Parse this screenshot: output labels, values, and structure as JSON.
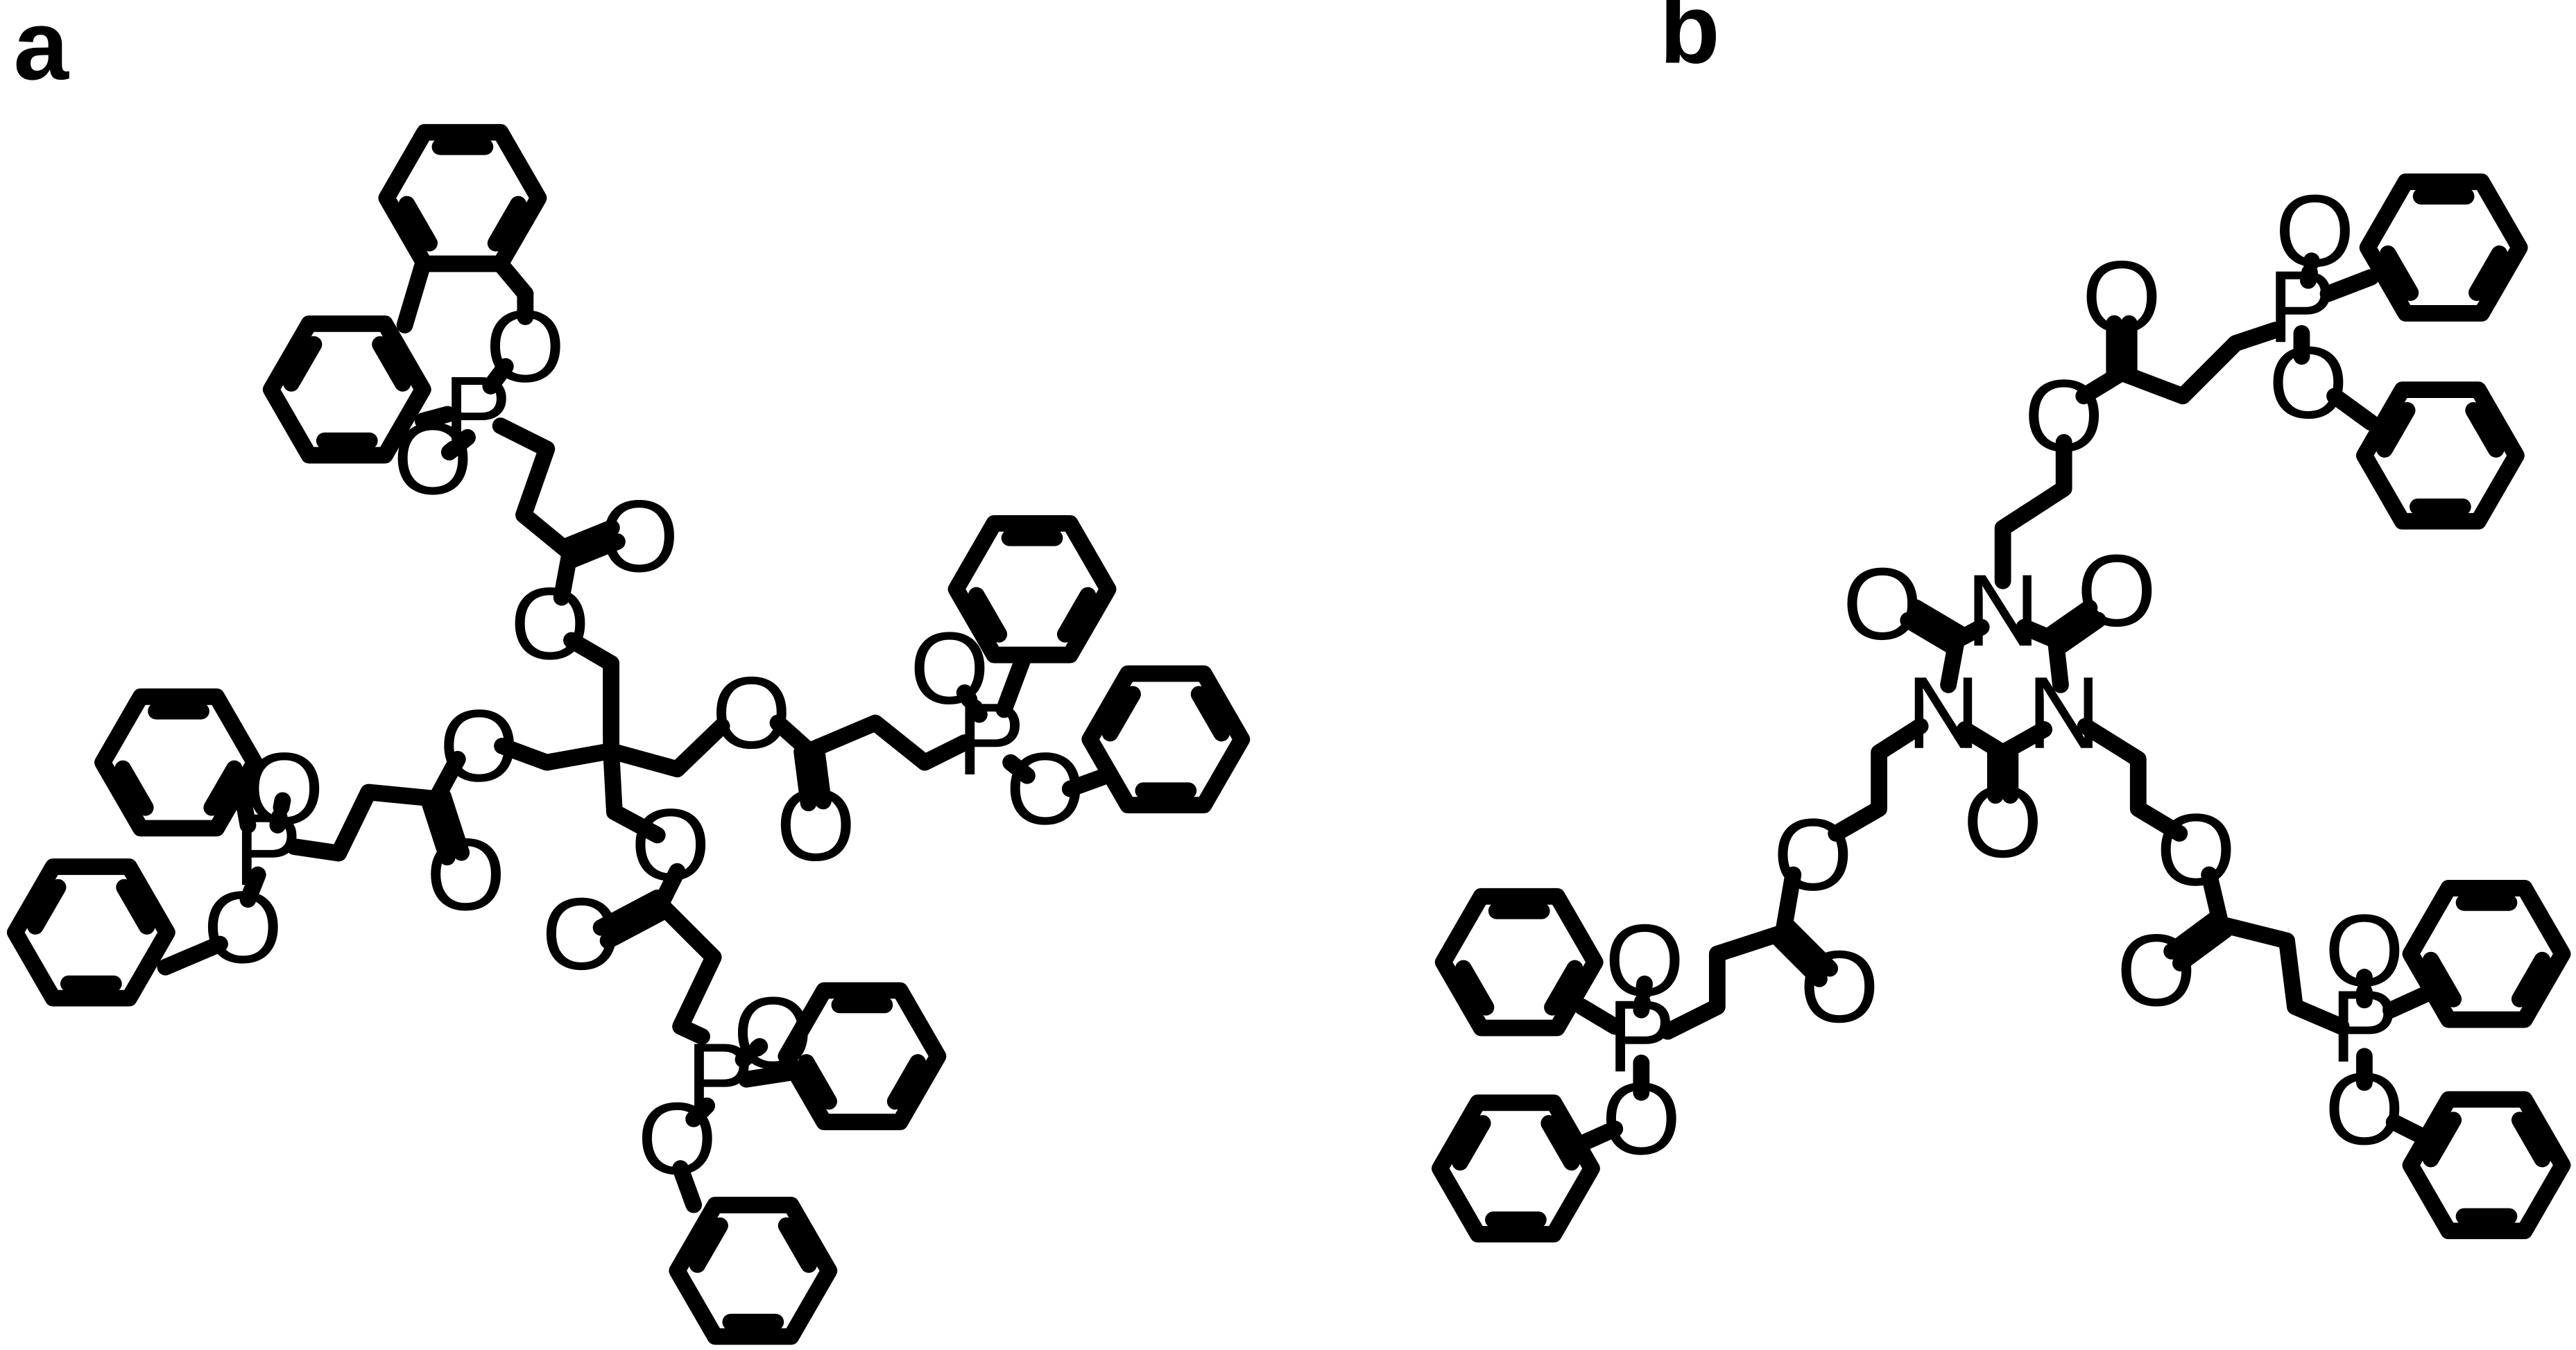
{
  "figure": {
    "panels": [
      {
        "id": "a",
        "label": "a"
      },
      {
        "id": "b",
        "label": "b"
      }
    ],
    "atom_labels": {
      "oxygen": "O",
      "phosphorus": "P",
      "nitrogen": "N"
    },
    "colors": {
      "ink": "#000000",
      "background": "#ffffff"
    }
  }
}
